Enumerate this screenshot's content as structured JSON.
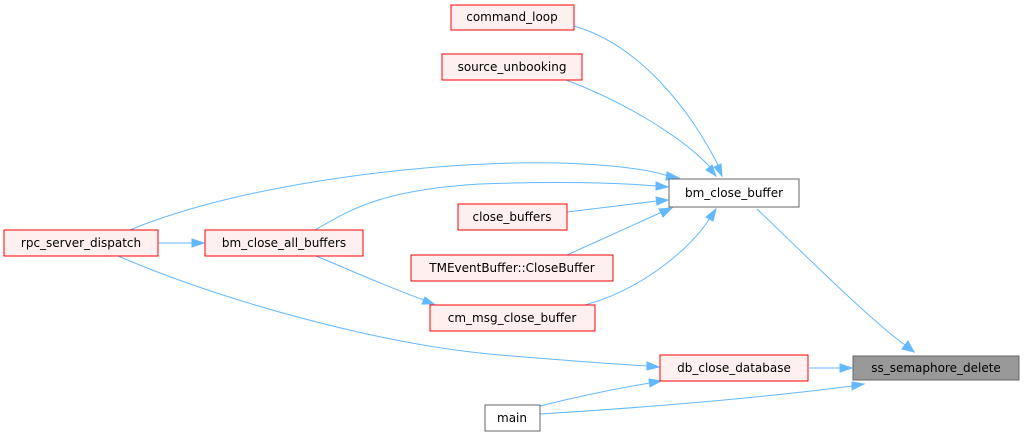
{
  "colors": {
    "edge": "#63b8ff",
    "node_fill": "#fff0f0",
    "node_stroke_red": "#ff0000",
    "node_stroke_gray": "#666666",
    "node_fill_white": "#ffffff",
    "node_fill_focus": "#999999",
    "node_stroke_focus": "#666666"
  },
  "nodes": {
    "ss_semaphore_delete": "ss_semaphore_delete",
    "bm_close_buffer": "bm_close_buffer",
    "db_close_database": "db_close_database",
    "command_loop": "command_loop",
    "source_unbooking": "source_unbooking",
    "rpc_server_dispatch": "rpc_server_dispatch",
    "bm_close_all_buffers": "bm_close_all_buffers",
    "close_buffers": "close_buffers",
    "tmeventbuffer_closebuffer": "TMEventBuffer::CloseBuffer",
    "cm_msg_close_buffer": "cm_msg_close_buffer",
    "main": "main"
  }
}
